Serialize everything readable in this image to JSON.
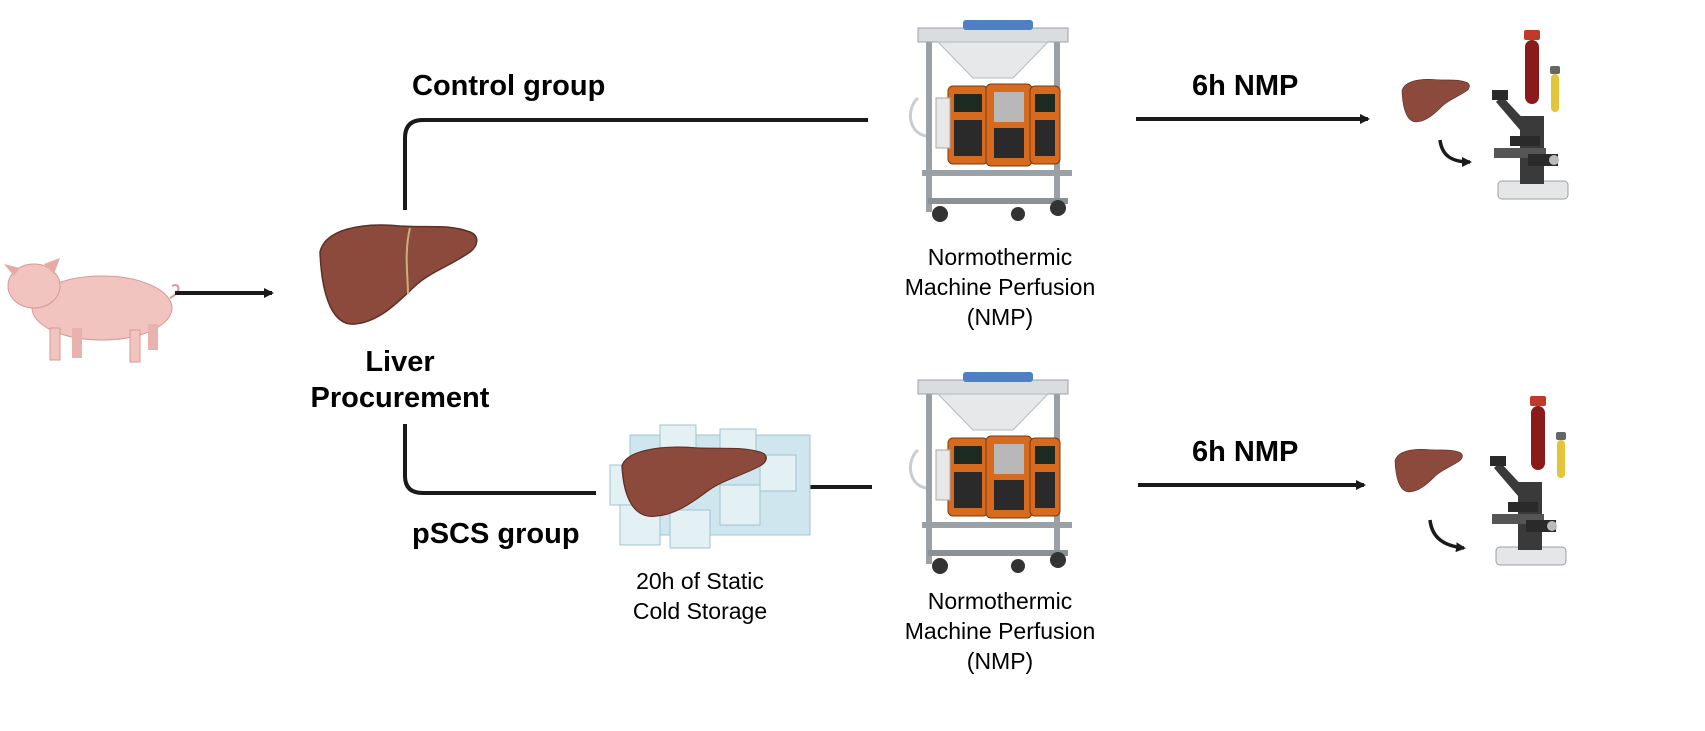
{
  "pig": {
    "icon": "pig-icon",
    "color": "#f2c4c0"
  },
  "procurement": {
    "line1": "Liver",
    "line2": "Procurement",
    "liver_color": "#8b4a3c"
  },
  "control": {
    "group_label": "Control group",
    "machine": {
      "line1": "Normothermic",
      "line2": "Machine Perfusion",
      "line3": "(NMP)"
    },
    "nmp_label": "6h NMP"
  },
  "pscs": {
    "group_label": "pSCS group",
    "storage": {
      "line1": "20h of Static",
      "line2": "Cold Storage"
    },
    "machine": {
      "line1": "Normothermic",
      "line2": "Machine Perfusion",
      "line3": "(NMP)"
    },
    "nmp_label": "6h NMP"
  },
  "colors": {
    "line": "#1a1a1a",
    "ice": "#cfe6ee",
    "machine_orange": "#d66a1f",
    "blood": "#8b1a1a",
    "serum": "#e3c53a"
  }
}
